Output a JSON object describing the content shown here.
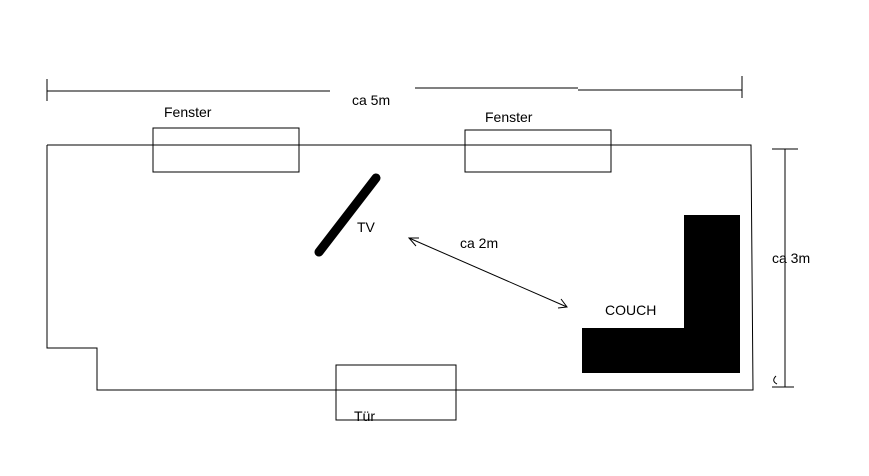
{
  "colors": {
    "ink": "#000000",
    "background": "#ffffff"
  },
  "labels": {
    "width": "ca 5m",
    "height": "ca 3m",
    "window_left": "Fenster",
    "window_right": "Fenster",
    "tv": "TV",
    "distance": "ca 2m",
    "couch": "COUCH",
    "door": "Tür"
  }
}
